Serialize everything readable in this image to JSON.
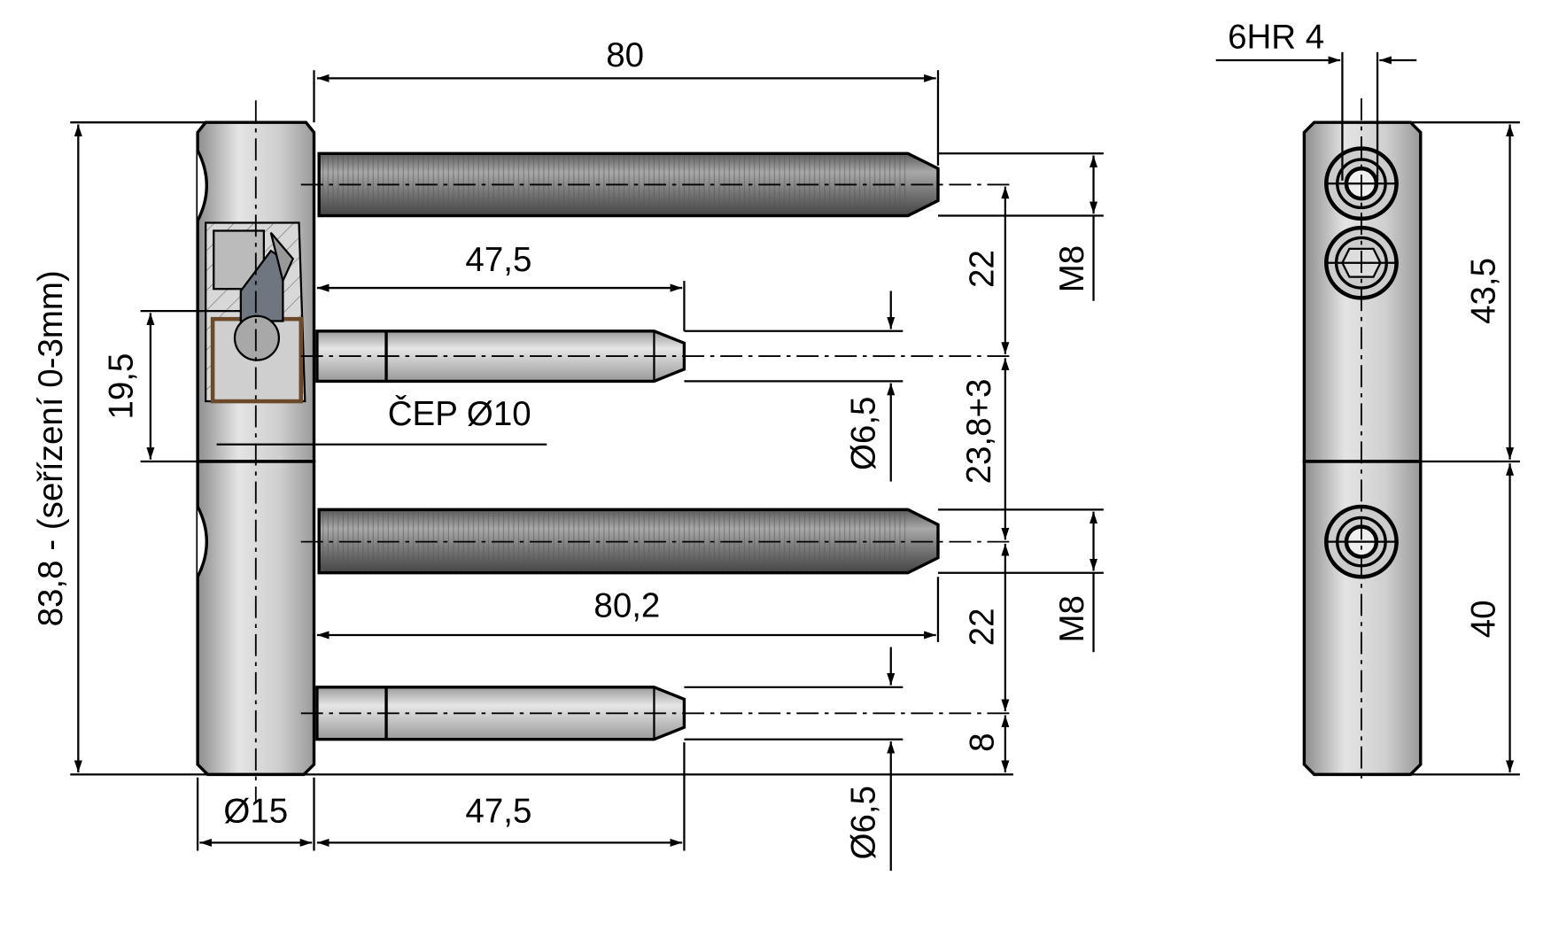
{
  "drawing": {
    "title": "Hinge technical drawing",
    "dimensions": {
      "top_rod_length": "80",
      "upper_pin_length": "47,5",
      "pin_label": "ČEP Ø10",
      "lower_rod_length": "80,2",
      "lower_pin_length": "47,5",
      "body_diameter": "Ø15",
      "overall_height": "83,8 - (seřízení 0-3mm)",
      "upper_offset": "19,5",
      "rod_spacing_upper": "22",
      "middle_spacing": "23,8+3",
      "rod_spacing_lower": "22",
      "bottom_offset": "8",
      "thread_upper": "M8",
      "thread_lower": "M8",
      "pin_diameter_upper": "Ø6,5",
      "pin_diameter_lower": "Ø6,5",
      "hex_key": "6HR 4",
      "side_upper_height": "43,5",
      "side_lower_height": "40"
    }
  }
}
